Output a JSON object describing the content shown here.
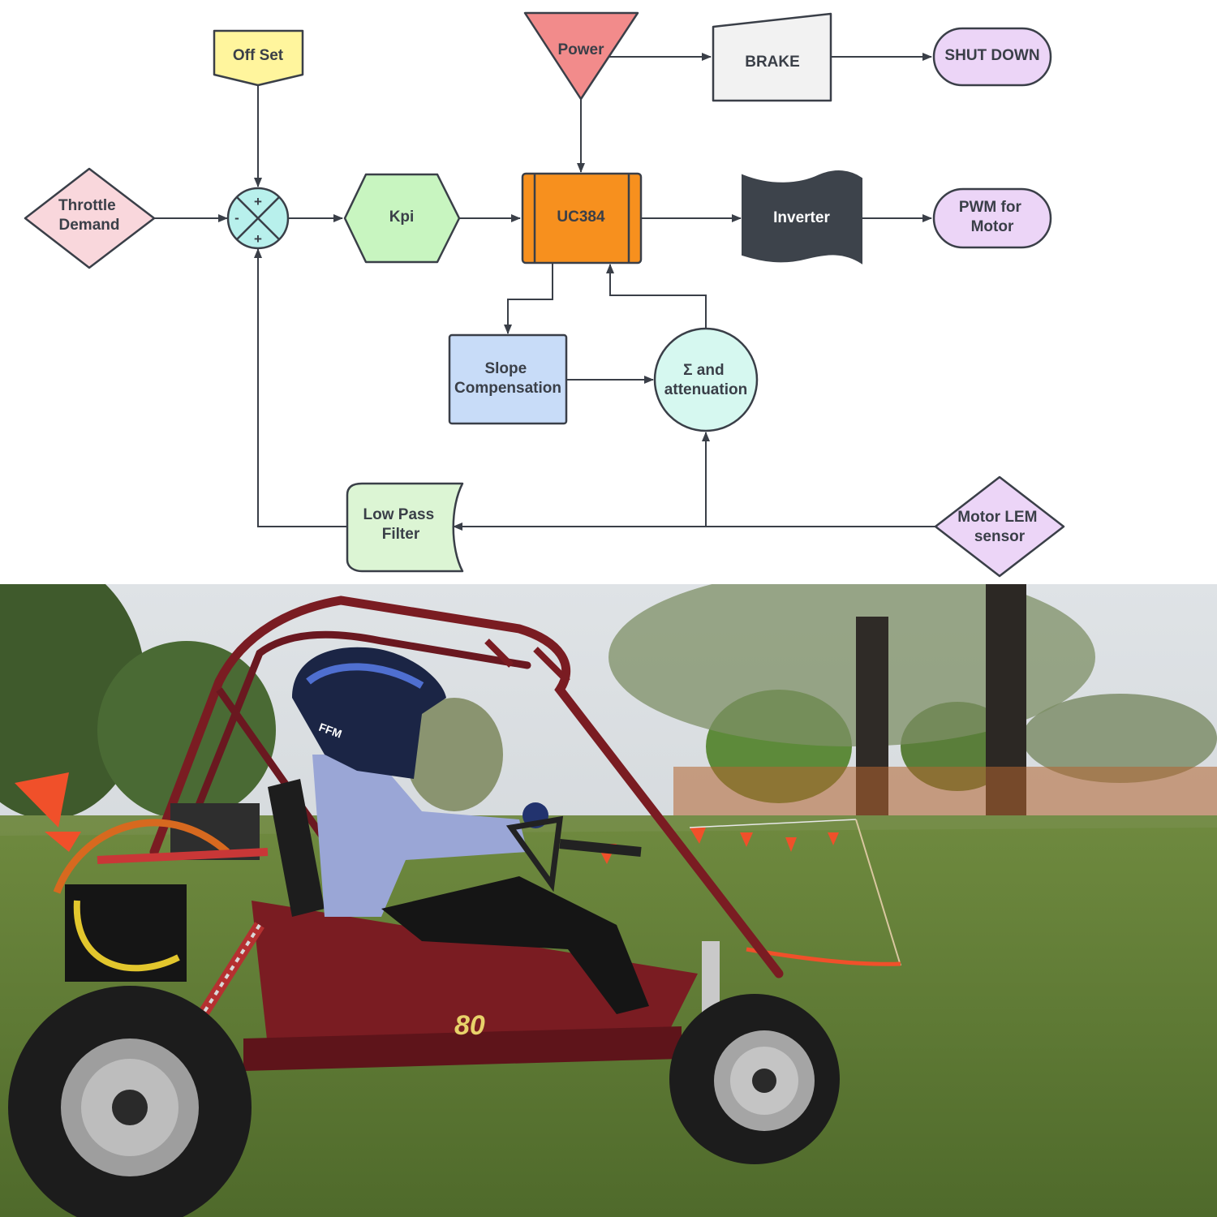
{
  "nodes": {
    "offset": "Off Set",
    "power": "Power",
    "brake": "BRAKE",
    "shutdown": "SHUT DOWN",
    "throttle": [
      "Throttle",
      "Demand"
    ],
    "sum_plus_top": "+",
    "sum_minus": "-",
    "sum_plus_bottom": "+",
    "kpi": "Kpi",
    "uc384": "UC384",
    "inverter": "Inverter",
    "pwm": [
      "PWM for",
      "Motor"
    ],
    "slope": [
      "Slope",
      "Compensation"
    ],
    "sigma": [
      "Σ and",
      "attenuation"
    ],
    "lowpass": [
      "Low Pass",
      "Filter"
    ],
    "lem": [
      "Motor LEM",
      "sensor"
    ]
  },
  "photo": {
    "kart_decal": "80",
    "helmet_text": "FFM"
  },
  "colors": {
    "offset": "#fff59d",
    "power": "#f28b8b",
    "brake": "#f2f2f2",
    "shutdown": "#ecd5f7",
    "throttle": "#f9d7dc",
    "sum": "#b8f0ec",
    "kpi": "#c8f5c0",
    "uc384": "#f7901e",
    "inverter": "#3d434b",
    "pwm": "#ecd5f7",
    "slope": "#c8dcf8",
    "sigma": "#d6f8f0",
    "lowpass": "#dcf5d4",
    "lem": "#ecd5f7",
    "kart_red": "#7a1c22"
  }
}
